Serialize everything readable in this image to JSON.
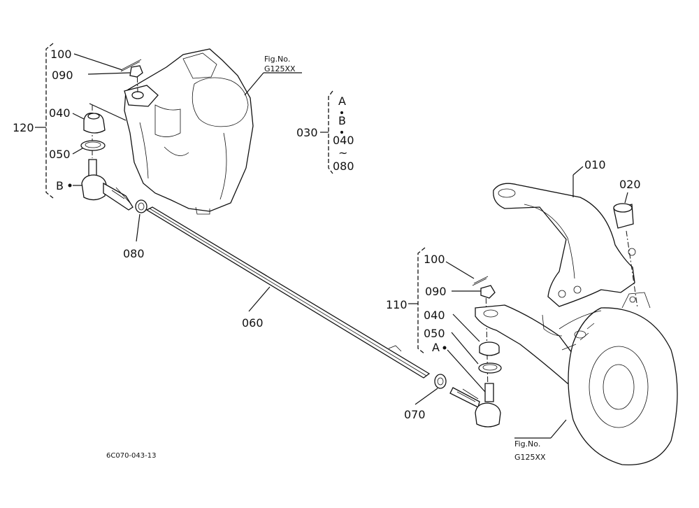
{
  "labels": {
    "p100_top": "100",
    "p090_top": "090",
    "p040_top": "040",
    "p050_top": "050",
    "p120": "120",
    "pB_top": "B",
    "p080": "080",
    "p060": "060",
    "p030": "030",
    "p030_a": "A",
    "p030_b": "B",
    "p030_040": "040",
    "p030_tilde": "~",
    "p030_080": "080",
    "p010": "010",
    "p020": "020",
    "p100_right": "100",
    "p090_right": "090",
    "p110": "110",
    "p040_right": "040",
    "p050_right": "050",
    "pA_right": "A",
    "p070": "070",
    "fig_top_1": "Fig.No.",
    "fig_top_2": "G125XX",
    "fig_bottom_1": "Fig.No.",
    "fig_bottom_2": "G125XX",
    "drawing_code": "6C070-043-13"
  }
}
